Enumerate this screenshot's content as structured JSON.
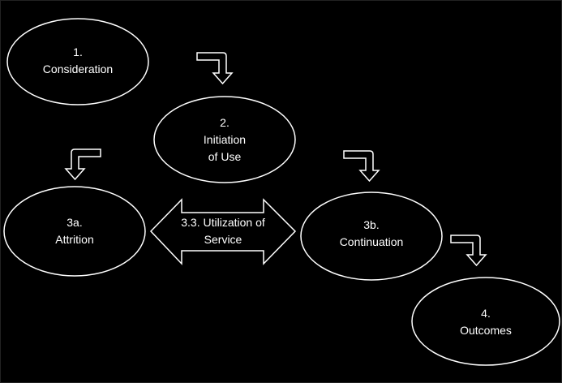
{
  "diagram": {
    "colors": {
      "background": "#000000",
      "stroke": "#ffffff",
      "text": "#ffffff"
    },
    "nodes": {
      "consideration": {
        "line1": "1.",
        "line2": "Consideration"
      },
      "initiation": {
        "line1": "2.",
        "line2": "Initiation",
        "line3": "of Use"
      },
      "attrition": {
        "line1": "3a.",
        "line2": "Attrition"
      },
      "continuation": {
        "line1": "3b.",
        "line2": "Continuation"
      },
      "outcomes": {
        "line1": "4.",
        "line2": "Outcomes"
      }
    },
    "utilization": {
      "line1": "3.3. Utilization of",
      "line2": "Service"
    }
  }
}
